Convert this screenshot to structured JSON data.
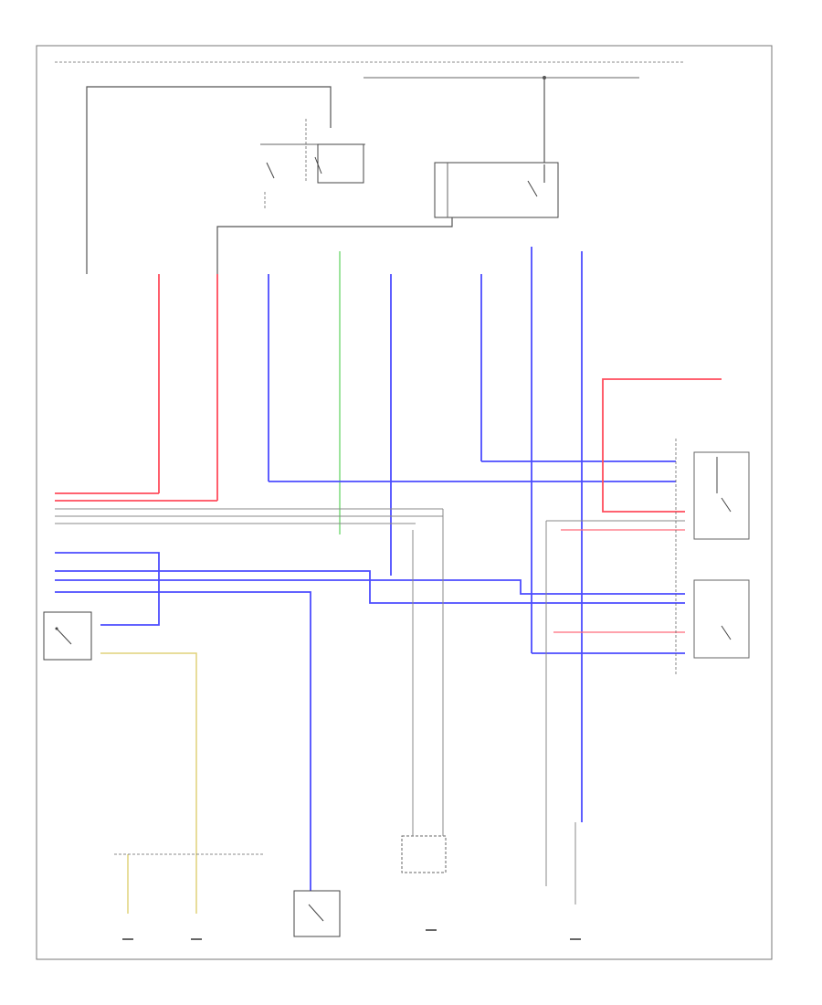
{
  "diagram": {
    "footer_mark": "",
    "components": [
      {
        "id": "power-source-box",
        "label": ""
      },
      {
        "id": "relay-top-left",
        "label": ""
      },
      {
        "id": "relay-top-right",
        "label": ""
      },
      {
        "id": "relay-right-upper",
        "label": ""
      },
      {
        "id": "relay-right-lower",
        "label": ""
      },
      {
        "id": "switch-left-panel",
        "label": ""
      },
      {
        "id": "switch-bottom-center",
        "label": ""
      },
      {
        "id": "control-module-bottom",
        "label": ""
      },
      {
        "id": "ground-left",
        "label": ""
      },
      {
        "id": "ground-left-2",
        "label": ""
      },
      {
        "id": "ground-center",
        "label": ""
      },
      {
        "id": "ground-right",
        "label": ""
      }
    ],
    "wire_colors": {
      "blue": "#4c4cff",
      "red": "#ff4c5c",
      "green": "#5cd25c",
      "yellow": "#e0d27a",
      "black": "#555555",
      "gray": "#888888"
    }
  }
}
